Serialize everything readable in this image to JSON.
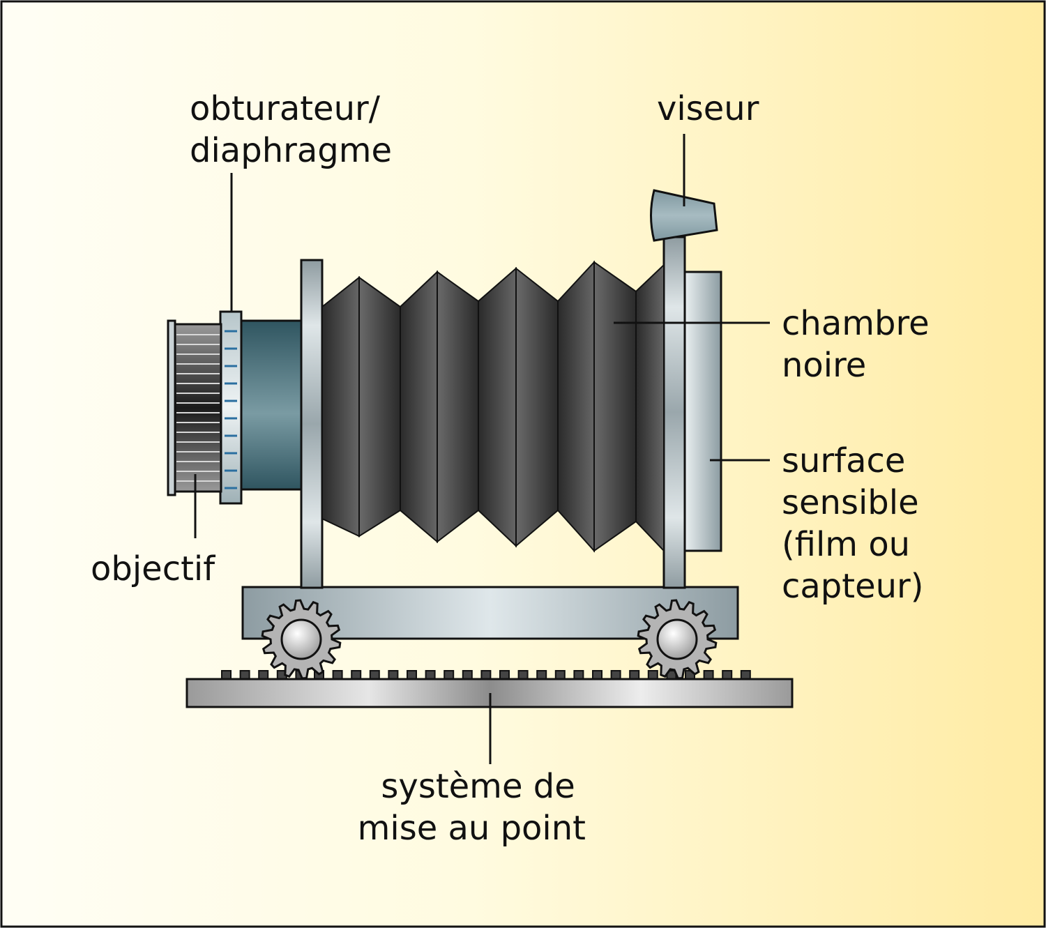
{
  "labels": {
    "shutter": [
      "obturateur/",
      "diaphragme"
    ],
    "viewfinder": [
      "viseur"
    ],
    "darkroom": [
      "chambre",
      "noire"
    ],
    "sensor": [
      "surface",
      "sensible",
      "(film ou",
      "capteur)"
    ],
    "lens": [
      "objectif"
    ],
    "focus": [
      "système de",
      "mise au point"
    ]
  },
  "colors": {
    "background_left": "#fffef5",
    "background_right": "#ffeba3",
    "metal": "#a9b6bb",
    "lens_body": "#3f6670",
    "bellows": "#3f3f3f",
    "outline": "#111111"
  }
}
